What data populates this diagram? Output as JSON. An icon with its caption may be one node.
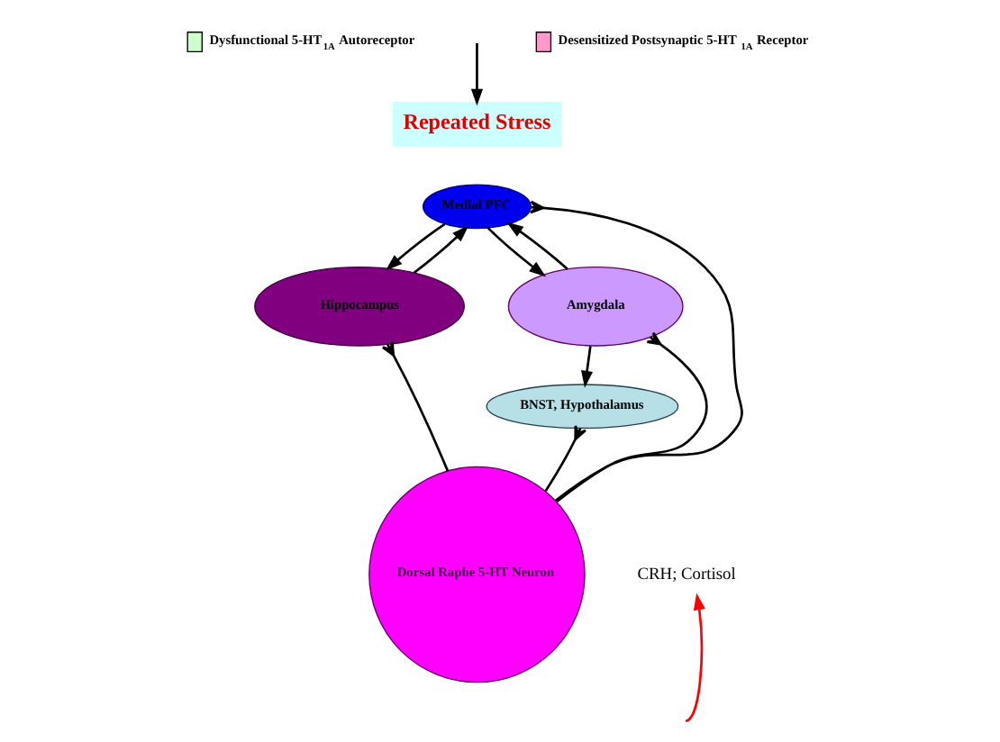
{
  "diagram": {
    "nodes": [
      {
        "text": [
          "Repeated Stress"
        ]
      },
      {
        "text": [
          "Medial PFC"
        ]
      },
      {
        "text": [
          "Hippocampus"
        ]
      },
      {
        "text": [
          "Amygdala"
        ]
      },
      {
        "text": [
          "BNST, Hypothalamus"
        ]
      },
      {
        "text": [
          "Dorsal Raphe 5-HT Neuron"
        ]
      },
      {
        "text": [
          "CRH; Cortisol"
        ]
      }
    ],
    "edges": [
      {
        "from": null,
        "to": 0,
        "arrow": "to"
      },
      {
        "from": 2,
        "to": 1,
        "arrow": "to"
      },
      {
        "from": 1,
        "to": 2,
        "arrow": "to"
      },
      {
        "from": 1,
        "to": 3,
        "arrow": "to"
      },
      {
        "from": 3,
        "to": 1,
        "arrow": "to"
      },
      {
        "from": 3,
        "to": 4,
        "arrow": "to"
      },
      {
        "from": 5,
        "to": 2,
        "arrow": "other"
      },
      {
        "from": 5,
        "to": 1,
        "arrow": "other"
      },
      {
        "from": 5,
        "to": 3,
        "arrow": "other"
      },
      {
        "from": 5,
        "to": 4,
        "arrow": "other"
      },
      {
        "from": null,
        "to": 6,
        "arrow": "to",
        "color": "#ff0000"
      }
    ],
    "legend": [
      {
        "text": "Dysfunctional 5-HT$_{1A}$ Autoreceptor"
      },
      {
        "text": "Desensitized Postsynaptic 5-HT$_{1A}$ Receptor"
      }
    ]
  }
}
